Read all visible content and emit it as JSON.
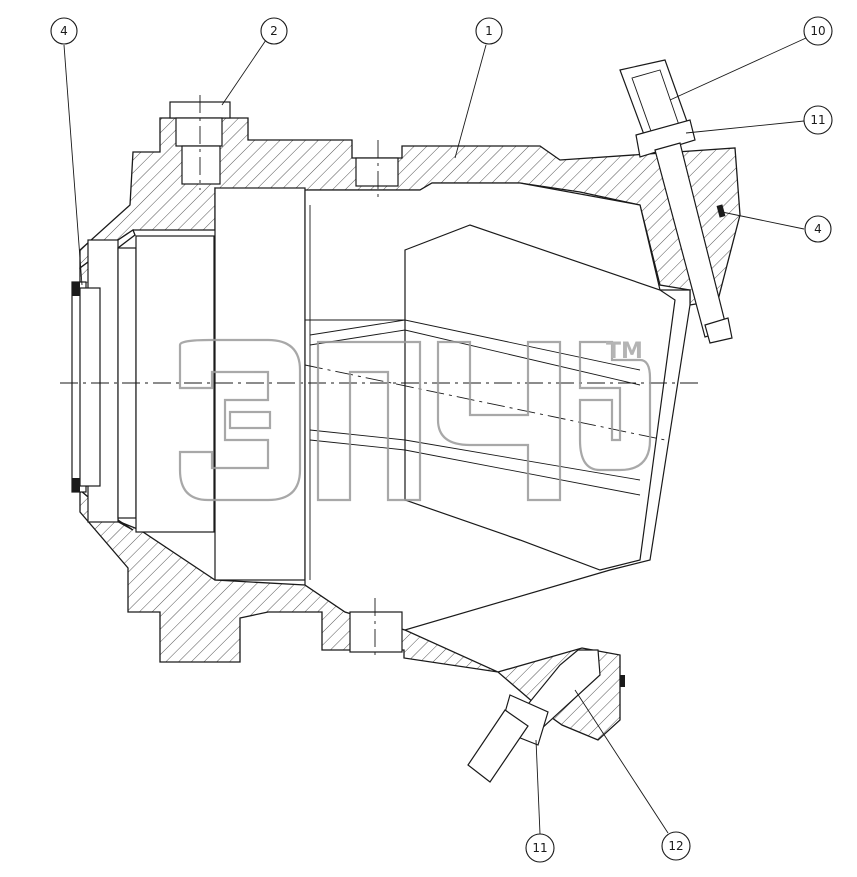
{
  "diagram": {
    "callouts": [
      {
        "id": "c1",
        "label": "1"
      },
      {
        "id": "c2",
        "label": "2"
      },
      {
        "id": "c4a",
        "label": "4"
      },
      {
        "id": "c4b",
        "label": "4"
      },
      {
        "id": "c10",
        "label": "10"
      },
      {
        "id": "c11a",
        "label": "11"
      },
      {
        "id": "c11b",
        "label": "11"
      },
      {
        "id": "c12",
        "label": "12"
      }
    ],
    "watermark": {
      "trademark": "TM"
    }
  }
}
